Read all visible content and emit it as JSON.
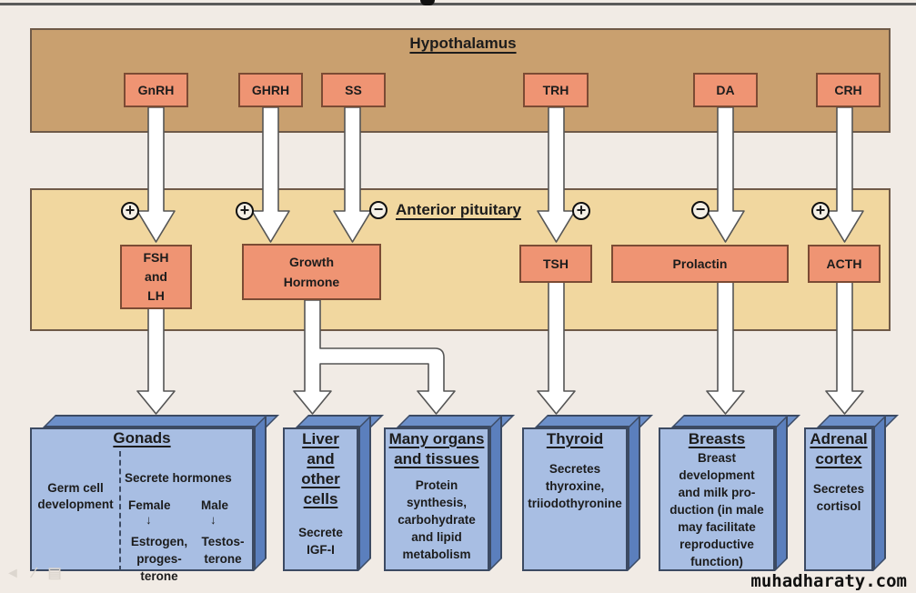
{
  "hypothalamus": {
    "title": "Hypothalamus",
    "hormones": [
      {
        "id": "gnrh",
        "label": "GnRH"
      },
      {
        "id": "ghrh",
        "label": "GHRH"
      },
      {
        "id": "ss",
        "label": "SS"
      },
      {
        "id": "trh",
        "label": "TRH"
      },
      {
        "id": "da",
        "label": "DA"
      },
      {
        "id": "crh",
        "label": "CRH"
      }
    ]
  },
  "anterior_pituitary": {
    "title": "Anterior pituitary",
    "hormones": [
      {
        "id": "fsh_lh",
        "line1": "FSH",
        "line2": "and",
        "line3": "LH"
      },
      {
        "id": "gh",
        "line1": "Growth",
        "line2": "Hormone"
      },
      {
        "id": "tsh",
        "label": "TSH"
      },
      {
        "id": "prolactin",
        "label": "Prolactin"
      },
      {
        "id": "acth",
        "label": "ACTH"
      }
    ],
    "regulation_signs": [
      {
        "target": "GnRH → FSH and LH",
        "sign": "+"
      },
      {
        "target": "GHRH → Growth Hormone",
        "sign": "+"
      },
      {
        "target": "SS → Growth Hormone",
        "sign": "−"
      },
      {
        "target": "TRH → TSH",
        "sign": "+"
      },
      {
        "target": "DA → Prolactin",
        "sign": "−"
      },
      {
        "target": "CRH → ACTH",
        "sign": "+"
      }
    ]
  },
  "targets": {
    "gonads": {
      "title": "Gonads",
      "left_text": [
        "Germ cell",
        "development"
      ],
      "secrete_heading": "Secrete hormones",
      "female": "Female",
      "male": "Male",
      "female_hormones": [
        "Estrogen,",
        "proges-",
        "terone"
      ],
      "male_hormones": [
        "Testos-",
        "terone"
      ],
      "arrow": "↓"
    },
    "liver": {
      "title": [
        "Liver",
        "and",
        "other",
        "cells"
      ],
      "body": [
        "Secrete",
        "IGF-I"
      ]
    },
    "organs": {
      "title": [
        "Many organs",
        "and tissues"
      ],
      "body": [
        "Protein",
        "synthesis,",
        "carbohydrate",
        "and lipid",
        "metabolism"
      ]
    },
    "thyroid": {
      "title": [
        "Thyroid"
      ],
      "body": [
        "Secretes",
        "thyroxine,",
        "triiodothyronine"
      ]
    },
    "breasts": {
      "title": [
        "Breasts"
      ],
      "body": [
        "Breast",
        "development",
        "and milk pro-",
        "duction (in male",
        "may facilitate",
        "reproductive",
        "function)"
      ]
    },
    "adrenal": {
      "title": [
        "Adrenal",
        "cortex"
      ],
      "body": [
        "Secretes",
        "cortisol"
      ]
    }
  },
  "watermark": "muhadharaty.com",
  "colors": {
    "hypothalamus_bg": "#c9a06f",
    "pituitary_bg": "#f1d79f",
    "hormone_box": "#ef9473",
    "target_face": "#a8bee3",
    "target_top": "#6c8fc9",
    "target_side": "#5b7fbd"
  }
}
